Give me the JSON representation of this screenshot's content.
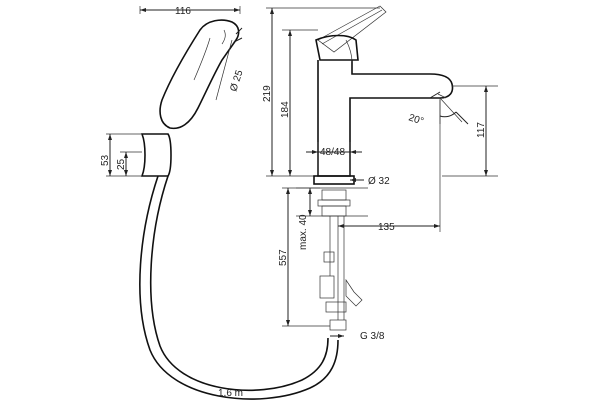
{
  "diagram": {
    "colors": {
      "line": "#222222",
      "background": "#ffffff"
    },
    "labels": {
      "hand_shower_width": "116",
      "hand_shower_diameter": "Ø 25",
      "holder_height": "53",
      "holder_inner": "25",
      "total_height": "219",
      "spout_height": "184",
      "spout_angle": "20°",
      "spout_drop": "117",
      "base_dims": "48/48",
      "base_diameter": "Ø 32",
      "reach": "135",
      "max_thickness": "max. 40",
      "hose_length_lower": "557",
      "connection": "G 3/8",
      "hose_length": "1,6 m"
    }
  }
}
